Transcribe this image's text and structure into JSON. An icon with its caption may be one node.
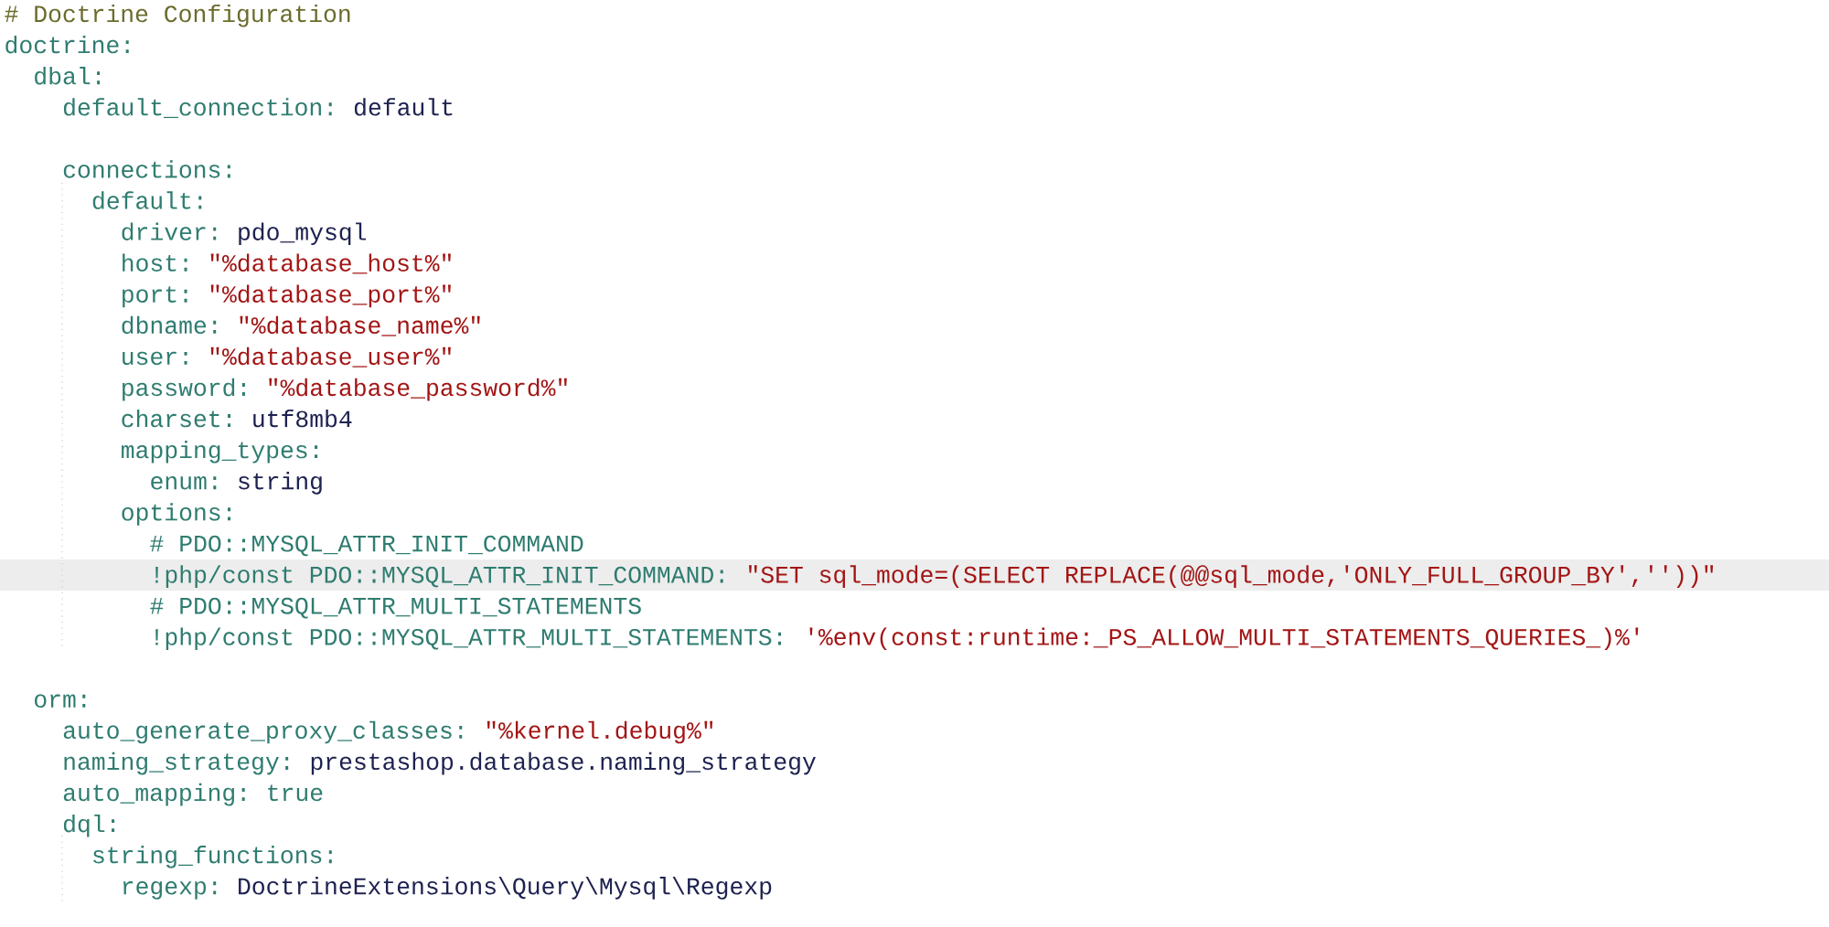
{
  "diagram": {
    "labels": [
      "# Doctrine Configuration",
      "doctrine:",
      "dbal:",
      "default_connection:",
      "default",
      "connections:",
      "default:",
      "driver:",
      "pdo_mysql",
      "host:",
      "\"%database_host%\"",
      "port:",
      "\"%database_port%\"",
      "dbname:",
      "\"%database_name%\"",
      "user:",
      "\"%database_user%\"",
      "password:",
      "\"%database_password%\"",
      "charset:",
      "utf8mb4",
      "mapping_types:",
      "enum:",
      "string",
      "options:",
      "# PDO::MYSQL_ATTR_INIT_COMMAND",
      "!php/const PDO::MYSQL_ATTR_INIT_COMMAND:",
      "\"SET sql_mode=(SELECT REPLACE(@@sql_mode,'ONLY_FULL_GROUP_BY',''))\"",
      "# PDO::MYSQL_ATTR_MULTI_STATEMENTS",
      "!php/const PDO::MYSQL_ATTR_MULTI_STATEMENTS:",
      "'%env(const:runtime:_PS_ALLOW_MULTI_STATEMENTS_QUERIES_)%'",
      "orm:",
      "auto_generate_proxy_classes:",
      "\"%kernel.debug%\"",
      "naming_strategy:",
      "prestashop.database.naming_strategy",
      "auto_mapping:",
      "true",
      "dql:",
      "string_functions:",
      "regexp:",
      "DoctrineExtensions\\Query\\Mysql\\Regexp"
    ]
  }
}
